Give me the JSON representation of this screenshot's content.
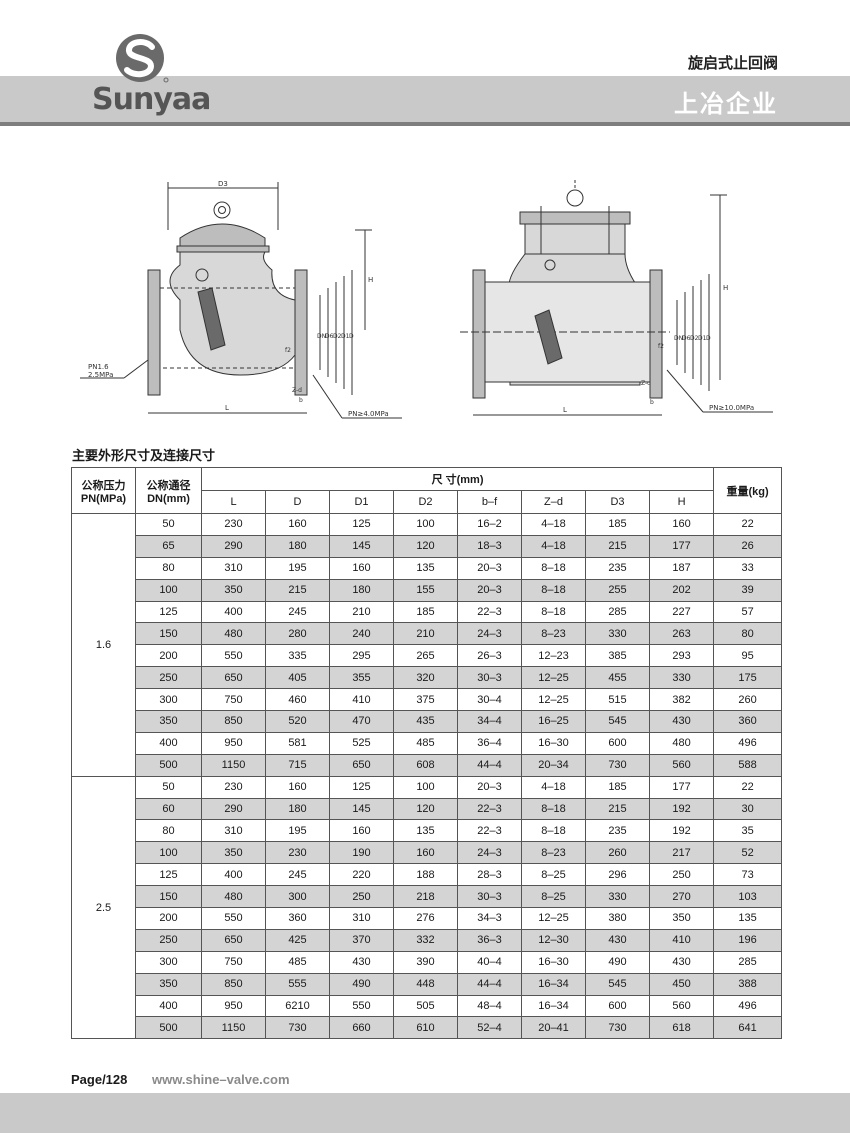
{
  "header": {
    "brand": "Sunyaa",
    "product_title": "旋启式止回阀",
    "company": "上冶企业"
  },
  "drawings": {
    "left": {
      "d3": "D3",
      "h": "H",
      "pn_low": "PN1.6",
      "pn_low2": "2.5MPa",
      "pn_high": "PN≥4.0MPa",
      "dims": [
        "DN",
        "D6",
        "D2",
        "D1",
        "D"
      ],
      "f2": "f2",
      "z": "Z-d",
      "b": "b",
      "L": "L"
    },
    "right": {
      "h": "H",
      "pn_high": "PN≥10.0MPa",
      "dims": [
        "DN",
        "D6",
        "D2",
        "D1",
        "D"
      ],
      "f2": "f2",
      "z": "Z-d",
      "b": "b",
      "L": "L"
    }
  },
  "table": {
    "title": "主要外形尺寸及连接尺寸",
    "headers": {
      "pn_cn": "公称压力",
      "pn_en": "PN(MPa)",
      "dn_cn": "公称通径",
      "dn_en": "DN(mm)",
      "size": "尺 寸(mm)",
      "weight": "重量(kg)",
      "cols": [
        "L",
        "D",
        "D1",
        "D2",
        "b–f",
        "Z–d",
        "D3",
        "H"
      ]
    },
    "groups": [
      {
        "pn": "1.6",
        "rows": [
          [
            "50",
            "230",
            "160",
            "125",
            "100",
            "16–2",
            "4–18",
            "185",
            "160",
            "22"
          ],
          [
            "65",
            "290",
            "180",
            "145",
            "120",
            "18–3",
            "4–18",
            "215",
            "177",
            "26"
          ],
          [
            "80",
            "310",
            "195",
            "160",
            "135",
            "20–3",
            "8–18",
            "235",
            "187",
            "33"
          ],
          [
            "100",
            "350",
            "215",
            "180",
            "155",
            "20–3",
            "8–18",
            "255",
            "202",
            "39"
          ],
          [
            "125",
            "400",
            "245",
            "210",
            "185",
            "22–3",
            "8–18",
            "285",
            "227",
            "57"
          ],
          [
            "150",
            "480",
            "280",
            "240",
            "210",
            "24–3",
            "8–23",
            "330",
            "263",
            "80"
          ],
          [
            "200",
            "550",
            "335",
            "295",
            "265",
            "26–3",
            "12–23",
            "385",
            "293",
            "95"
          ],
          [
            "250",
            "650",
            "405",
            "355",
            "320",
            "30–3",
            "12–25",
            "455",
            "330",
            "175"
          ],
          [
            "300",
            "750",
            "460",
            "410",
            "375",
            "30–4",
            "12–25",
            "515",
            "382",
            "260"
          ],
          [
            "350",
            "850",
            "520",
            "470",
            "435",
            "34–4",
            "16–25",
            "545",
            "430",
            "360"
          ],
          [
            "400",
            "950",
            "581",
            "525",
            "485",
            "36–4",
            "16–30",
            "600",
            "480",
            "496"
          ],
          [
            "500",
            "1150",
            "715",
            "650",
            "608",
            "44–4",
            "20–34",
            "730",
            "560",
            "588"
          ]
        ]
      },
      {
        "pn": "2.5",
        "rows": [
          [
            "50",
            "230",
            "160",
            "125",
            "100",
            "20–3",
            "4–18",
            "185",
            "177",
            "22"
          ],
          [
            "60",
            "290",
            "180",
            "145",
            "120",
            "22–3",
            "8–18",
            "215",
            "192",
            "30"
          ],
          [
            "80",
            "310",
            "195",
            "160",
            "135",
            "22–3",
            "8–18",
            "235",
            "192",
            "35"
          ],
          [
            "100",
            "350",
            "230",
            "190",
            "160",
            "24–3",
            "8–23",
            "260",
            "217",
            "52"
          ],
          [
            "125",
            "400",
            "245",
            "220",
            "188",
            "28–3",
            "8–25",
            "296",
            "250",
            "73"
          ],
          [
            "150",
            "480",
            "300",
            "250",
            "218",
            "30–3",
            "8–25",
            "330",
            "270",
            "103"
          ],
          [
            "200",
            "550",
            "360",
            "310",
            "276",
            "34–3",
            "12–25",
            "380",
            "350",
            "135"
          ],
          [
            "250",
            "650",
            "425",
            "370",
            "332",
            "36–3",
            "12–30",
            "430",
            "410",
            "196"
          ],
          [
            "300",
            "750",
            "485",
            "430",
            "390",
            "40–4",
            "16–30",
            "490",
            "430",
            "285"
          ],
          [
            "350",
            "850",
            "555",
            "490",
            "448",
            "44–4",
            "16–34",
            "545",
            "450",
            "388"
          ],
          [
            "400",
            "950",
            "6210",
            "550",
            "505",
            "48–4",
            "16–34",
            "600",
            "560",
            "496"
          ],
          [
            "500",
            "1150",
            "730",
            "660",
            "610",
            "52–4",
            "20–41",
            "730",
            "618",
            "641"
          ]
        ]
      }
    ]
  },
  "footer": {
    "page": "Page/128",
    "website": "www.shine–valve.com"
  },
  "colors": {
    "band": "#c9c9c9",
    "band_line": "#7e7e7e",
    "row_shade": "#d4d4d4",
    "logo": "#6a6a6a"
  }
}
